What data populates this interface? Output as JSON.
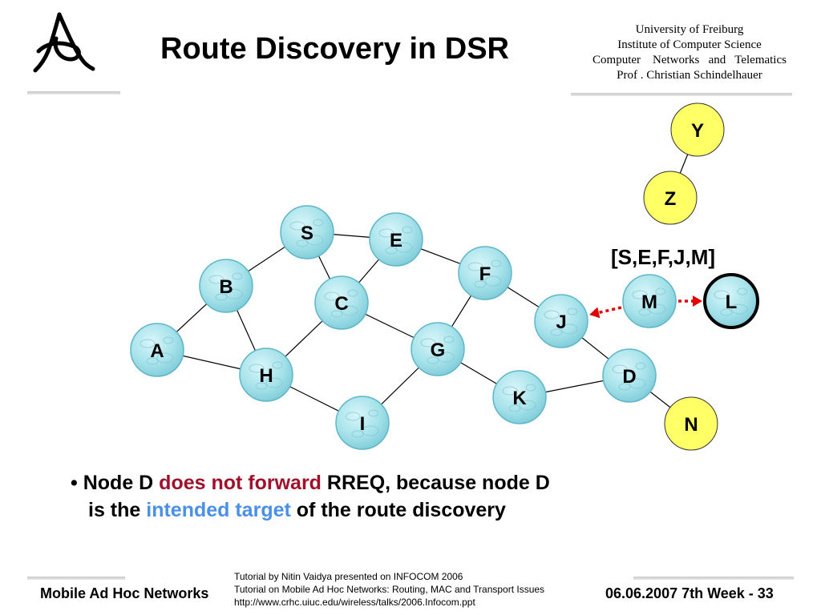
{
  "header": {
    "title": "Route Discovery in DSR",
    "affiliation": [
      "University of Freiburg",
      "Institute of Computer Science",
      "Computer    Networks   and   Telematics",
      "Prof . Christian Schindelhauer"
    ]
  },
  "diagram": {
    "rreq_label": "[S,E,F,J,M]",
    "nodes": [
      {
        "id": "S",
        "kind": "bubble"
      },
      {
        "id": "E",
        "kind": "bubble"
      },
      {
        "id": "F",
        "kind": "bubble"
      },
      {
        "id": "B",
        "kind": "bubble"
      },
      {
        "id": "C",
        "kind": "bubble"
      },
      {
        "id": "M",
        "kind": "bubble"
      },
      {
        "id": "L",
        "kind": "bubble-highlighted"
      },
      {
        "id": "J",
        "kind": "bubble"
      },
      {
        "id": "A",
        "kind": "bubble"
      },
      {
        "id": "G",
        "kind": "bubble"
      },
      {
        "id": "H",
        "kind": "bubble"
      },
      {
        "id": "D",
        "kind": "bubble"
      },
      {
        "id": "K",
        "kind": "bubble"
      },
      {
        "id": "I",
        "kind": "bubble"
      },
      {
        "id": "Y",
        "kind": "yellow"
      },
      {
        "id": "Z",
        "kind": "yellow"
      },
      {
        "id": "N",
        "kind": "yellow"
      }
    ],
    "edges": [
      [
        "S",
        "E"
      ],
      [
        "S",
        "B"
      ],
      [
        "S",
        "C"
      ],
      [
        "E",
        "C"
      ],
      [
        "E",
        "F"
      ],
      [
        "B",
        "A"
      ],
      [
        "B",
        "H"
      ],
      [
        "A",
        "H"
      ],
      [
        "C",
        "H"
      ],
      [
        "C",
        "G"
      ],
      [
        "F",
        "G"
      ],
      [
        "F",
        "J"
      ],
      [
        "G",
        "K"
      ],
      [
        "H",
        "I"
      ],
      [
        "I",
        "G"
      ],
      [
        "J",
        "D"
      ],
      [
        "K",
        "D"
      ],
      [
        "D",
        "N"
      ],
      [
        "Y",
        "Z"
      ]
    ],
    "arrows": [
      {
        "from": "M",
        "to": "J",
        "style": "red-dotted"
      },
      {
        "from": "M",
        "to": "L",
        "style": "red-dotted"
      }
    ],
    "colors": {
      "bubble_fill": "#9fdde6",
      "bubble_edge": "#5fb6c8",
      "yellow_fill": "#ffff66",
      "arrow": "#e00000",
      "edge": "#000000"
    }
  },
  "bullet": {
    "marker": "•",
    "part1": "Node D ",
    "highlight1": "does not forward",
    "part2": " RREQ, because node D",
    "part3": "is the ",
    "highlight2": "intended target",
    "part4": " of the route discovery"
  },
  "footer": {
    "left": "Mobile Ad Hoc Networks",
    "right": "06.06.2007 7th Week - 33",
    "credits": [
      "Tutorial by Nitin Vaidya presented on INFOCOM 2006",
      "Tutorial on Mobile Ad Hoc Networks: Routing, MAC and Transport Issues",
      "http://www.crhc.uiuc.edu/wireless/talks/2006.Infocom.ppt"
    ]
  }
}
